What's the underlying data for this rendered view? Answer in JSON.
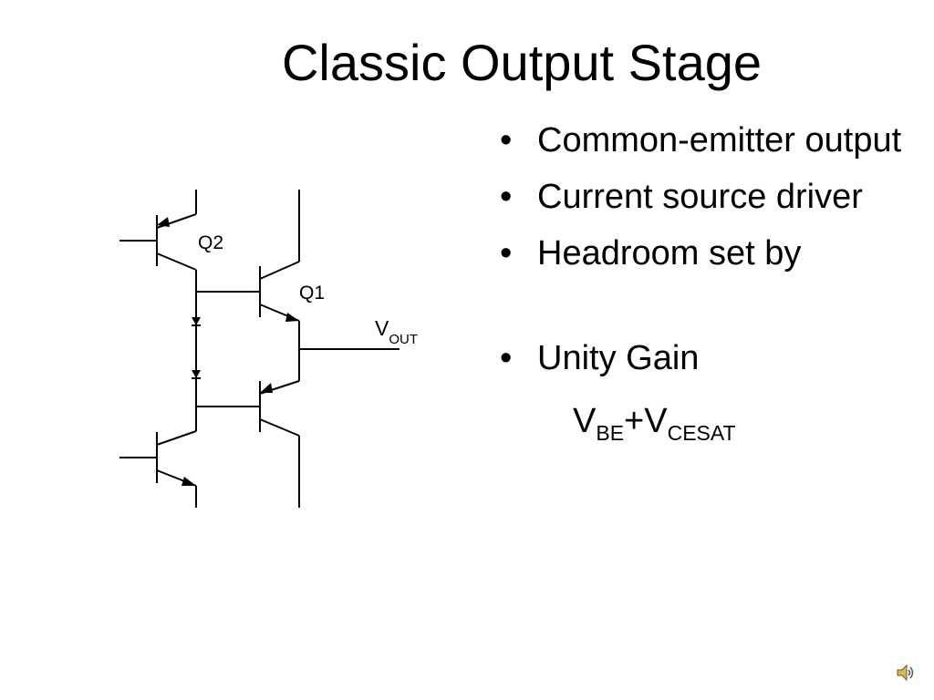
{
  "slide": {
    "title": "Classic Output Stage",
    "bullets": [
      {
        "text": "Common-emitter output"
      },
      {
        "text": "Current source driver"
      },
      {
        "text": "Headroom set by"
      },
      {
        "text": "Unity Gain"
      }
    ],
    "bullet_glyph": "•",
    "formula": {
      "v1": "V",
      "sub1": "BE",
      "plus": "+",
      "v2": "V",
      "sub2": "CESAT"
    }
  },
  "circuit": {
    "labels": {
      "q2": "Q2",
      "q1": "Q1",
      "vout_main": "V",
      "vout_sub": "OUT"
    }
  },
  "speaker_icon": "speaker-icon"
}
